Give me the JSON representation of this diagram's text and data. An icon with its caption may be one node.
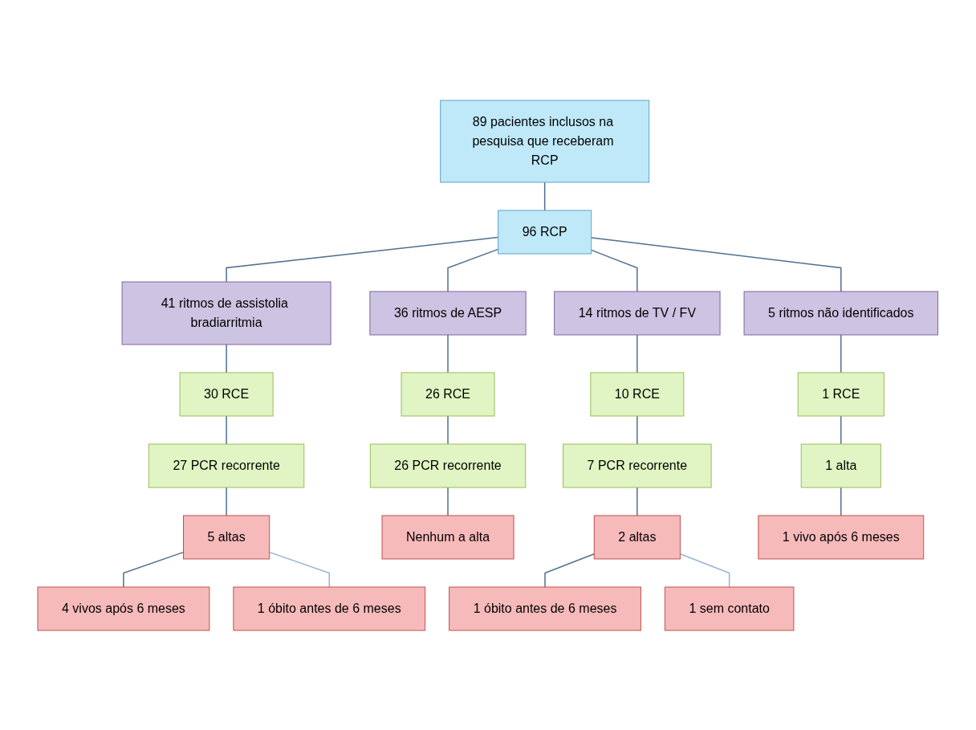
{
  "diagram": {
    "nodes": [
      {
        "text": [
          "89 pacientes inclusos na pesquisa que receberam RCP"
        ]
      },
      {
        "text": [
          "96 RCP"
        ]
      },
      {
        "text": [
          "41 ritmos de assistolia bradiarritmia"
        ]
      },
      {
        "text": [
          "36 ritmos de AESP"
        ]
      },
      {
        "text": [
          "14 ritmos de TV / FV"
        ]
      },
      {
        "text": [
          "5 ritmos não identificados"
        ]
      },
      {
        "text": [
          "30 RCE"
        ]
      },
      {
        "text": [
          "27 PCR recorrente"
        ]
      },
      {
        "text": [
          "5 altas"
        ]
      },
      {
        "text": [
          "4 vivos após 6 meses"
        ]
      },
      {
        "text": [
          "1 óbito antes de 6 meses"
        ]
      },
      {
        "text": [
          "26 RCE"
        ]
      },
      {
        "text": [
          "26 PCR recorrente"
        ]
      },
      {
        "text": [
          "Nenhum a alta"
        ]
      },
      {
        "text": [
          "10 RCE"
        ]
      },
      {
        "text": [
          "7 PCR recorrente"
        ]
      },
      {
        "text": [
          "2 altas"
        ]
      },
      {
        "text": [
          "1 óbito antes de 6 meses"
        ]
      },
      {
        "text": [
          "1 sem contato"
        ]
      },
      {
        "text": [
          "1 RCE"
        ]
      },
      {
        "text": [
          "1 alta"
        ]
      },
      {
        "text": [
          "1 vivo após 6 meses"
        ]
      }
    ],
    "edges": [
      {
        "from": 0,
        "to": 1,
        "arrow": "none"
      },
      {
        "from": 1,
        "to": 2,
        "arrow": "none"
      },
      {
        "from": 1,
        "to": 3,
        "arrow": "none"
      },
      {
        "from": 1,
        "to": 4,
        "arrow": "none"
      },
      {
        "from": 1,
        "to": 5,
        "arrow": "none"
      },
      {
        "from": 2,
        "to": 6,
        "arrow": "none"
      },
      {
        "from": 6,
        "to": 7,
        "arrow": "none"
      },
      {
        "from": 7,
        "to": 8,
        "arrow": "none"
      },
      {
        "from": 8,
        "to": 9,
        "arrow": "none"
      },
      {
        "from": 8,
        "to": 10,
        "arrow": "none",
        "color": "#95b3d7"
      },
      {
        "from": 3,
        "to": 11,
        "arrow": "none"
      },
      {
        "from": 11,
        "to": 12,
        "arrow": "none"
      },
      {
        "from": 12,
        "to": 13,
        "arrow": "none"
      },
      {
        "from": 4,
        "to": 14,
        "arrow": "none"
      },
      {
        "from": 14,
        "to": 15,
        "arrow": "none"
      },
      {
        "from": 15,
        "to": 16,
        "arrow": "none"
      },
      {
        "from": 16,
        "to": 17,
        "arrow": "none"
      },
      {
        "from": 16,
        "to": 18,
        "arrow": "none",
        "color": "#95b3d7"
      },
      {
        "from": 5,
        "to": 19,
        "arrow": "none"
      },
      {
        "from": 19,
        "to": 20,
        "arrow": "none"
      },
      {
        "from": 20,
        "to": 21,
        "arrow": "none"
      }
    ]
  }
}
